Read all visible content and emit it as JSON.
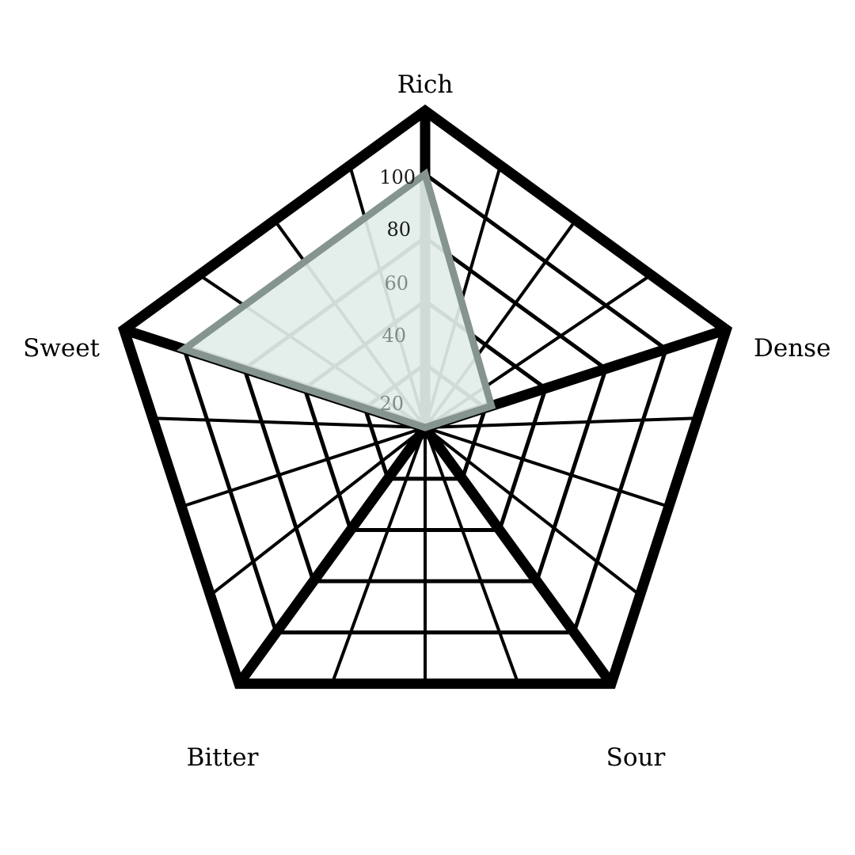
{
  "chart_data": {
    "type": "radar",
    "title": "",
    "categories": [
      "Rich",
      "Dense",
      "Sour",
      "Bitter",
      "Sweet"
    ],
    "values": [
      80,
      22,
      0,
      0,
      80
    ],
    "series": [
      {
        "name": "",
        "values": [
          80,
          22,
          0,
          0,
          80
        ]
      }
    ],
    "ticks": [
      20,
      40,
      60,
      80,
      100
    ],
    "tick_labels": [
      "20",
      "40",
      "60",
      "80",
      "100"
    ],
    "rlim": [
      0,
      100
    ],
    "grid": true,
    "legend": false,
    "legend_position": "none",
    "xlabel": "",
    "ylabel": "",
    "colors": {
      "grid": "#000000",
      "fill": "#e2eeea",
      "stroke": "#869490",
      "tick_text_outer": "#1a1a1a",
      "tick_text_inner": "#7e8b87",
      "background": "#ffffff"
    }
  },
  "labels": {
    "rich": "Rich",
    "dense": "Dense",
    "sour": "Sour",
    "bitter": "Bitter",
    "sweet": "Sweet"
  },
  "ticks": {
    "t20": "20",
    "t40": "40",
    "t60": "60",
    "t80": "80",
    "t100": "100"
  }
}
